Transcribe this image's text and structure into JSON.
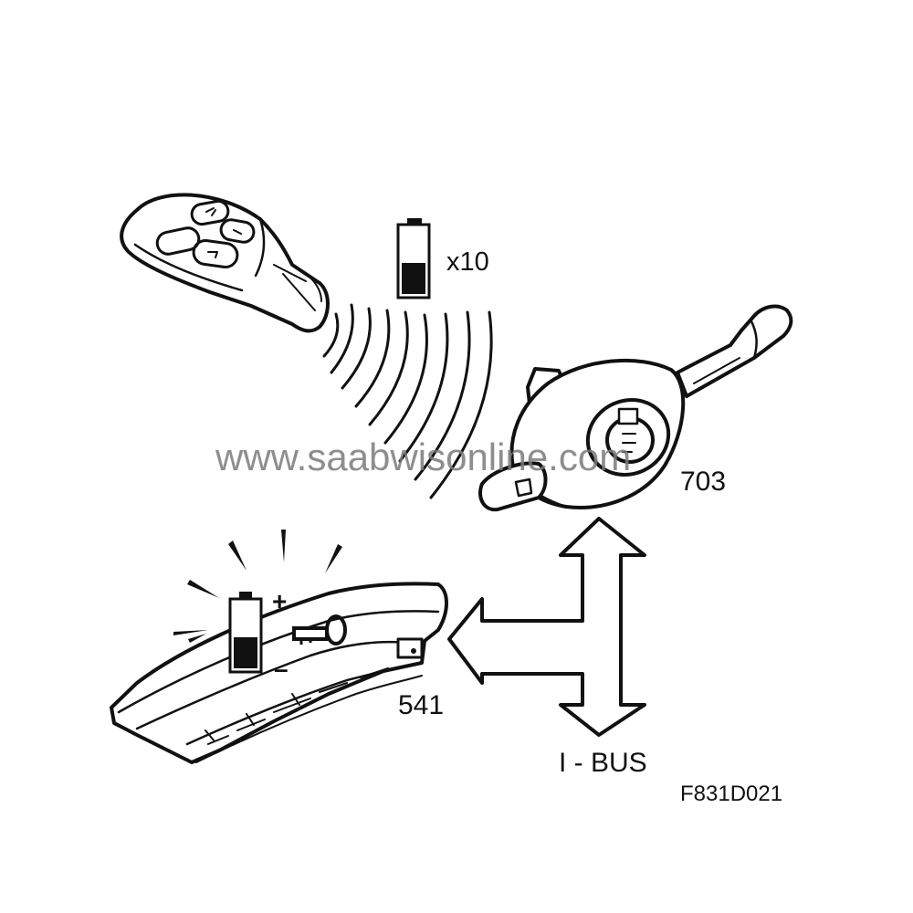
{
  "battery_multiplier": "x10",
  "labels": {
    "steering_switch": "703",
    "ignition_module": "541",
    "bus": "I - BUS",
    "figure_code": "F831D021"
  },
  "battery_symbols": {
    "plus": "+",
    "minus": "–"
  },
  "watermark": "www.saabwisonline.com",
  "colors": {
    "line": "#111111",
    "watermark": "#7a7a7a"
  }
}
